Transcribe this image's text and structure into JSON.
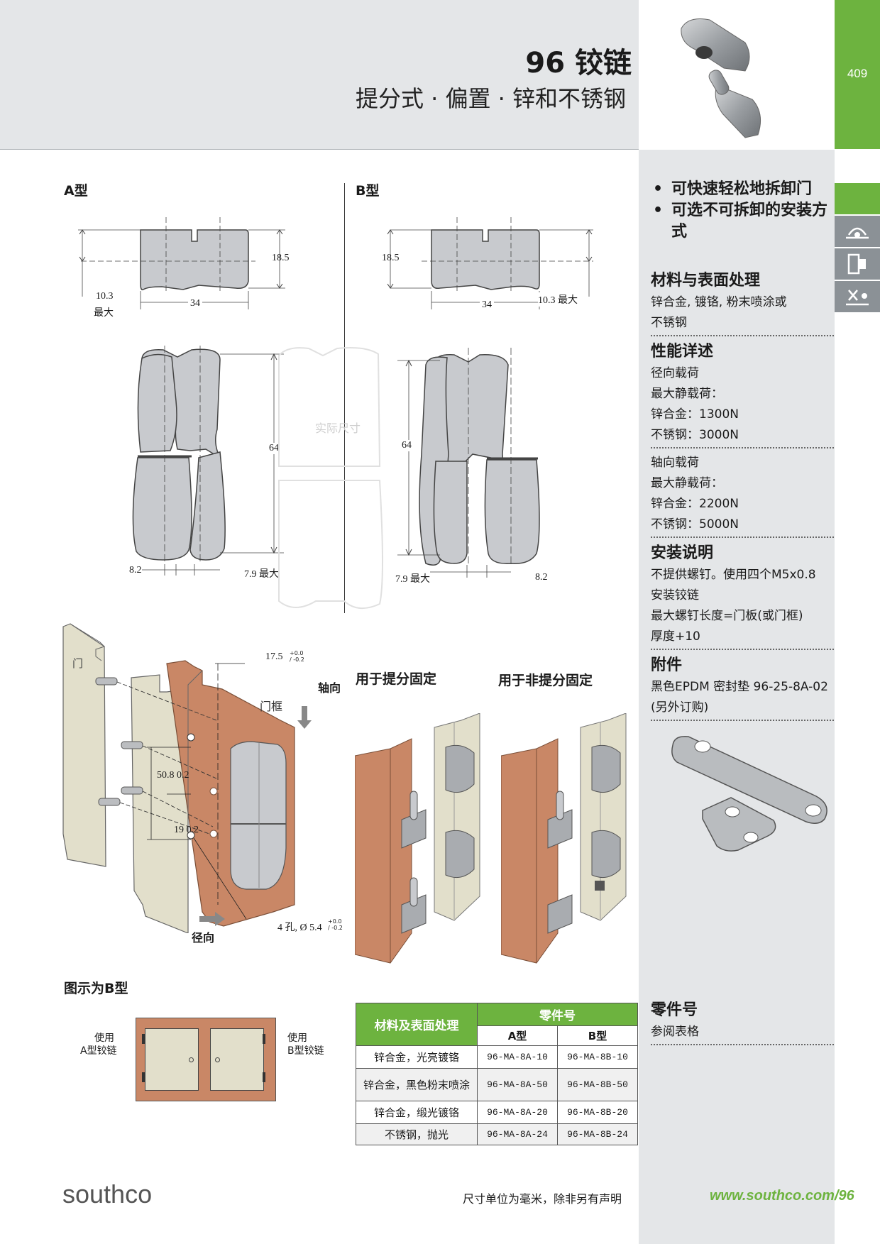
{
  "header": {
    "title": "96 铰链",
    "subtitle": "提分式 · 偏置 · 锌和不锈钢",
    "page_number": "409"
  },
  "drawings": {
    "type_a_label": "A型",
    "type_b_label": "B型",
    "dim_18_5": "18.5",
    "dim_10_3": "10.3",
    "max_label": "最大",
    "dim_34": "34",
    "dim_10_3_max": "10.3 最大",
    "dim_64": "64",
    "dim_8_2": "8.2",
    "dim_7_9_max": "7.9 最大",
    "actual_size": "实际尺寸",
    "door": "门",
    "frame": "门框",
    "axial": "轴向",
    "radial": "径向",
    "dim_17_5": "17.5",
    "tol_17_5": "+0.0 / -0.2",
    "dim_50_8": "50.8  0.2",
    "dim_19": "19  0.2",
    "holes": "4 孔, Ø 5.4",
    "tol_holes": "+0.0 / -0.2",
    "liftoff": "用于提分固定",
    "non_liftoff": "用于非提分固定",
    "shown_b": "图示为B型",
    "use_a": "使用",
    "use_a2": "A型铰链",
    "use_b": "使用",
    "use_b2": "B型铰链"
  },
  "features": [
    "可快速轻松地拆卸门",
    "可选不可拆卸的安装方式"
  ],
  "sections": {
    "material_h": "材料与表面处理",
    "material_t1": "锌合金, 镀铬, 粉末喷涂或",
    "material_t2": "不锈钢",
    "perf_h": "性能详述",
    "radial": "径向载荷",
    "max_static": "最大静载荷：",
    "zinc_radial": "锌合金：1300N",
    "ss_radial": "不锈钢：3000N",
    "axial": "轴向载荷",
    "max_static2": "最大静载荷：",
    "zinc_axial": "锌合金：2200N",
    "ss_axial": "不锈钢：5000N",
    "install_h": "安装说明",
    "install_1": "不提供螺钉。使用四个M5x0.8",
    "install_2": "安装铰链",
    "install_3": "最大螺钉长度=门板(或门框)",
    "install_4": "厚度+10",
    "acc_h": "附件",
    "acc_1": "黑色EPDM 密封垫 96-25-8A-02",
    "acc_2": "(另外订购)",
    "pn_h": "零件号",
    "pn_t": "参阅表格"
  },
  "table": {
    "col_material": "材料及表面处理",
    "col_partnum": "零件号",
    "col_a": "A型",
    "col_b": "B型",
    "rows": [
      {
        "mat": "锌合金，光亮镀铬",
        "a": "96-MA-8A-10",
        "b": "96-MA-8B-10"
      },
      {
        "mat": "锌合金，黑色粉末喷涂",
        "a": "96-MA-8A-50",
        "b": "96-MA-8B-50"
      },
      {
        "mat": "锌合金，缎光镀铬",
        "a": "96-MA-8A-20",
        "b": "96-MA-8B-20"
      },
      {
        "mat": "不锈钢，抛光",
        "a": "96-MA-8A-24",
        "b": "96-MA-8B-24"
      }
    ]
  },
  "footer": {
    "logo": "southco",
    "note": "尺寸单位为毫米，除非另有声明",
    "url": "www.southco.com/96"
  },
  "colors": {
    "green": "#6db33f",
    "panel": "#e4e6e8",
    "copper": "#c98766",
    "cream": "#e2dfcb"
  }
}
